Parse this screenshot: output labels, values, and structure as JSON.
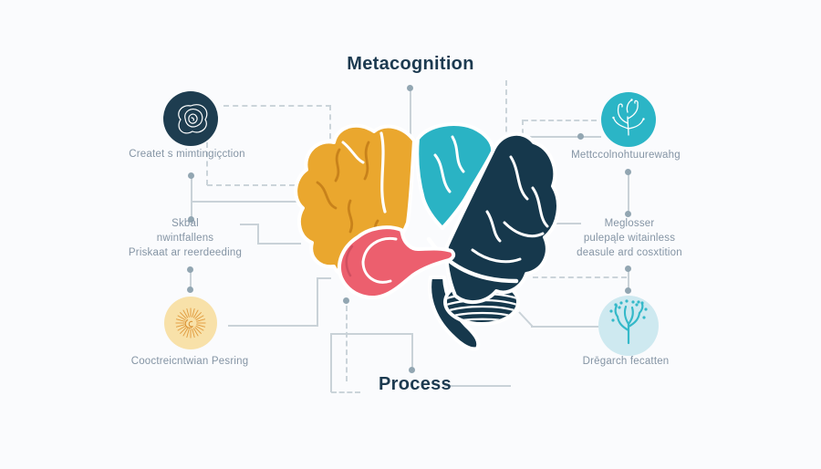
{
  "titles": {
    "top": "Metacognition",
    "bottom": "Process"
  },
  "nodes": {
    "top_left": {
      "label": "Createt s mimtingiçction",
      "icon": "scribble-brain-icon",
      "circle_color": "#1E3D50",
      "icon_color": "#FFFFFF"
    },
    "top_right": {
      "label": "Mettccolnohtuurewahg",
      "icon": "branching-coral-icon",
      "circle_color": "#2BB5C6",
      "icon_color": "#FFFFFF"
    },
    "bottom_left": {
      "label": "Cooctreicntwian Pesring",
      "icon": "sunburst-spiral-icon",
      "circle_color": "#F8E1A9",
      "icon_color": "#E0993A"
    },
    "bottom_right": {
      "label": "Drēgarch fecatten",
      "icon": "branch-tree-icon",
      "circle_color": "#CEE9F0",
      "icon_color": "#35B9C9"
    }
  },
  "text_blocks": {
    "left": {
      "lines": [
        "Skbal",
        "nwintfallens",
        "Priskaat ar reerdeeding"
      ]
    },
    "right": {
      "lines": [
        "Meglosser",
        "pulepąle witainless",
        "deasule ard cosxtition"
      ]
    }
  },
  "brain": {
    "regions": {
      "frontal": "#EAA72E",
      "parietal": "#2AB3C4",
      "occipital": "#16384C",
      "temporal": "#EC5F6E"
    }
  },
  "palette": {
    "background": "#FAFBFD",
    "title_color": "#1C3A50",
    "label_color": "#8494A4",
    "line_color": "#C9D2D8",
    "dot_color": "#92A6B2"
  }
}
